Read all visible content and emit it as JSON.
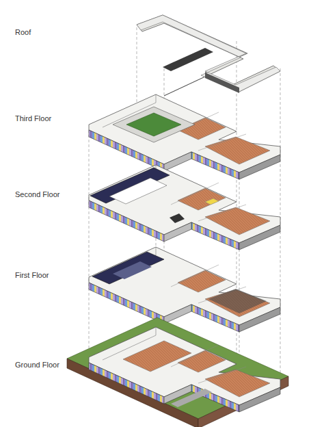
{
  "diagram": {
    "labels": [
      "Roof",
      "Third Floor",
      "Second Floor",
      "First Floor",
      "Ground Floor"
    ]
  }
}
